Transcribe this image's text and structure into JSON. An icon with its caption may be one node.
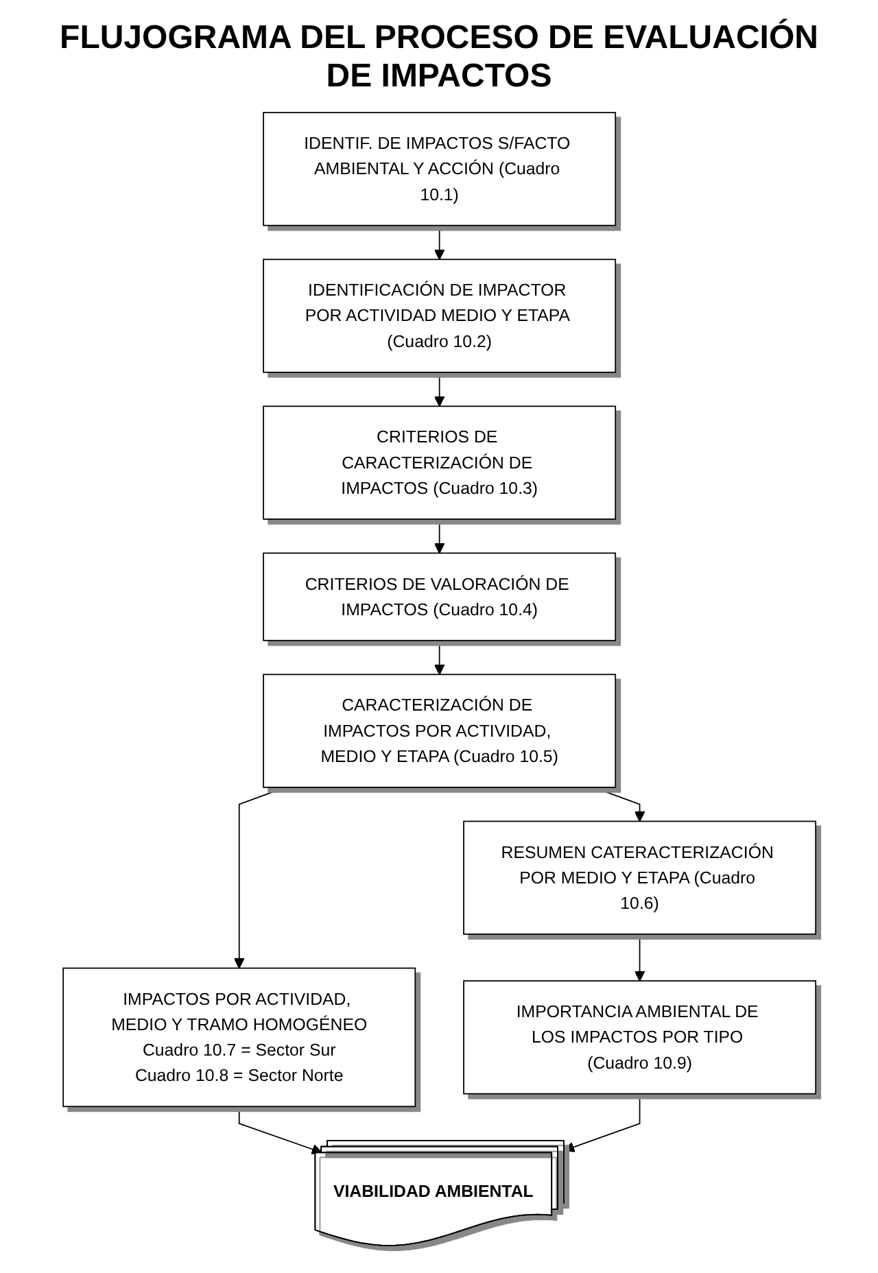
{
  "diagram": {
    "title": "FLUJOGRAMA DEL PROCESO DE EVALUACIÓN DE IMPACTOS",
    "nodes": [
      {
        "text": [
          "IDENTIF. DE IMPACTOS S/FACTO AMBIENTAL Y ACCIÓN (Cuadro 10.1)"
        ]
      },
      {
        "text": [
          "IDENTIFICACIÓN DE IMPACTOR POR ACTIVIDAD MEDIO Y ETAPA (Cuadro 10.2)"
        ]
      },
      {
        "text": [
          "CRITERIOS DE CARACTERIZACIÓN DE IMPACTOS (Cuadro 10.3)"
        ]
      },
      {
        "text": [
          "CRITERIOS DE VALORACIÓN DE IMPACTOS (Cuadro 10.4)"
        ]
      },
      {
        "text": [
          "CARACTERIZACIÓN DE IMPACTOS POR ACTIVIDAD, MEDIO Y ETAPA (Cuadro 10.5)"
        ]
      },
      {
        "text": [
          "RESUMEN CATERACTERIZACIÓN POR MEDIO Y ETAPA (Cuadro 10.6)"
        ]
      },
      {
        "text": [
          "IMPACTOS POR ACTIVIDAD, MEDIO Y TRAMO HOMOGÉNEO",
          "Cuadro 10.7 = Sector Sur",
          "Cuadro 10.8 = Sector Norte"
        ]
      },
      {
        "text": [
          "IMPORTANCIA AMBIENTAL DE LOS IMPACTOS POR TIPO (Cuadro 10.9)"
        ]
      },
      {
        "text": [
          "VIABILIDAD AMBIENTAL"
        ]
      }
    ],
    "edges": [
      {
        "from": 0,
        "to": 1,
        "arrow": "to"
      },
      {
        "from": 1,
        "to": 2,
        "arrow": "to"
      },
      {
        "from": 2,
        "to": 3,
        "arrow": "to"
      },
      {
        "from": 3,
        "to": 4,
        "arrow": "to"
      },
      {
        "from": 4,
        "to": 5,
        "arrow": "to"
      },
      {
        "from": 4,
        "to": 6,
        "arrow": "to"
      },
      {
        "from": 5,
        "to": 7,
        "arrow": "to"
      },
      {
        "from": 6,
        "to": 8,
        "arrow": "to"
      },
      {
        "from": 7,
        "to": 8,
        "arrow": "to"
      }
    ]
  }
}
